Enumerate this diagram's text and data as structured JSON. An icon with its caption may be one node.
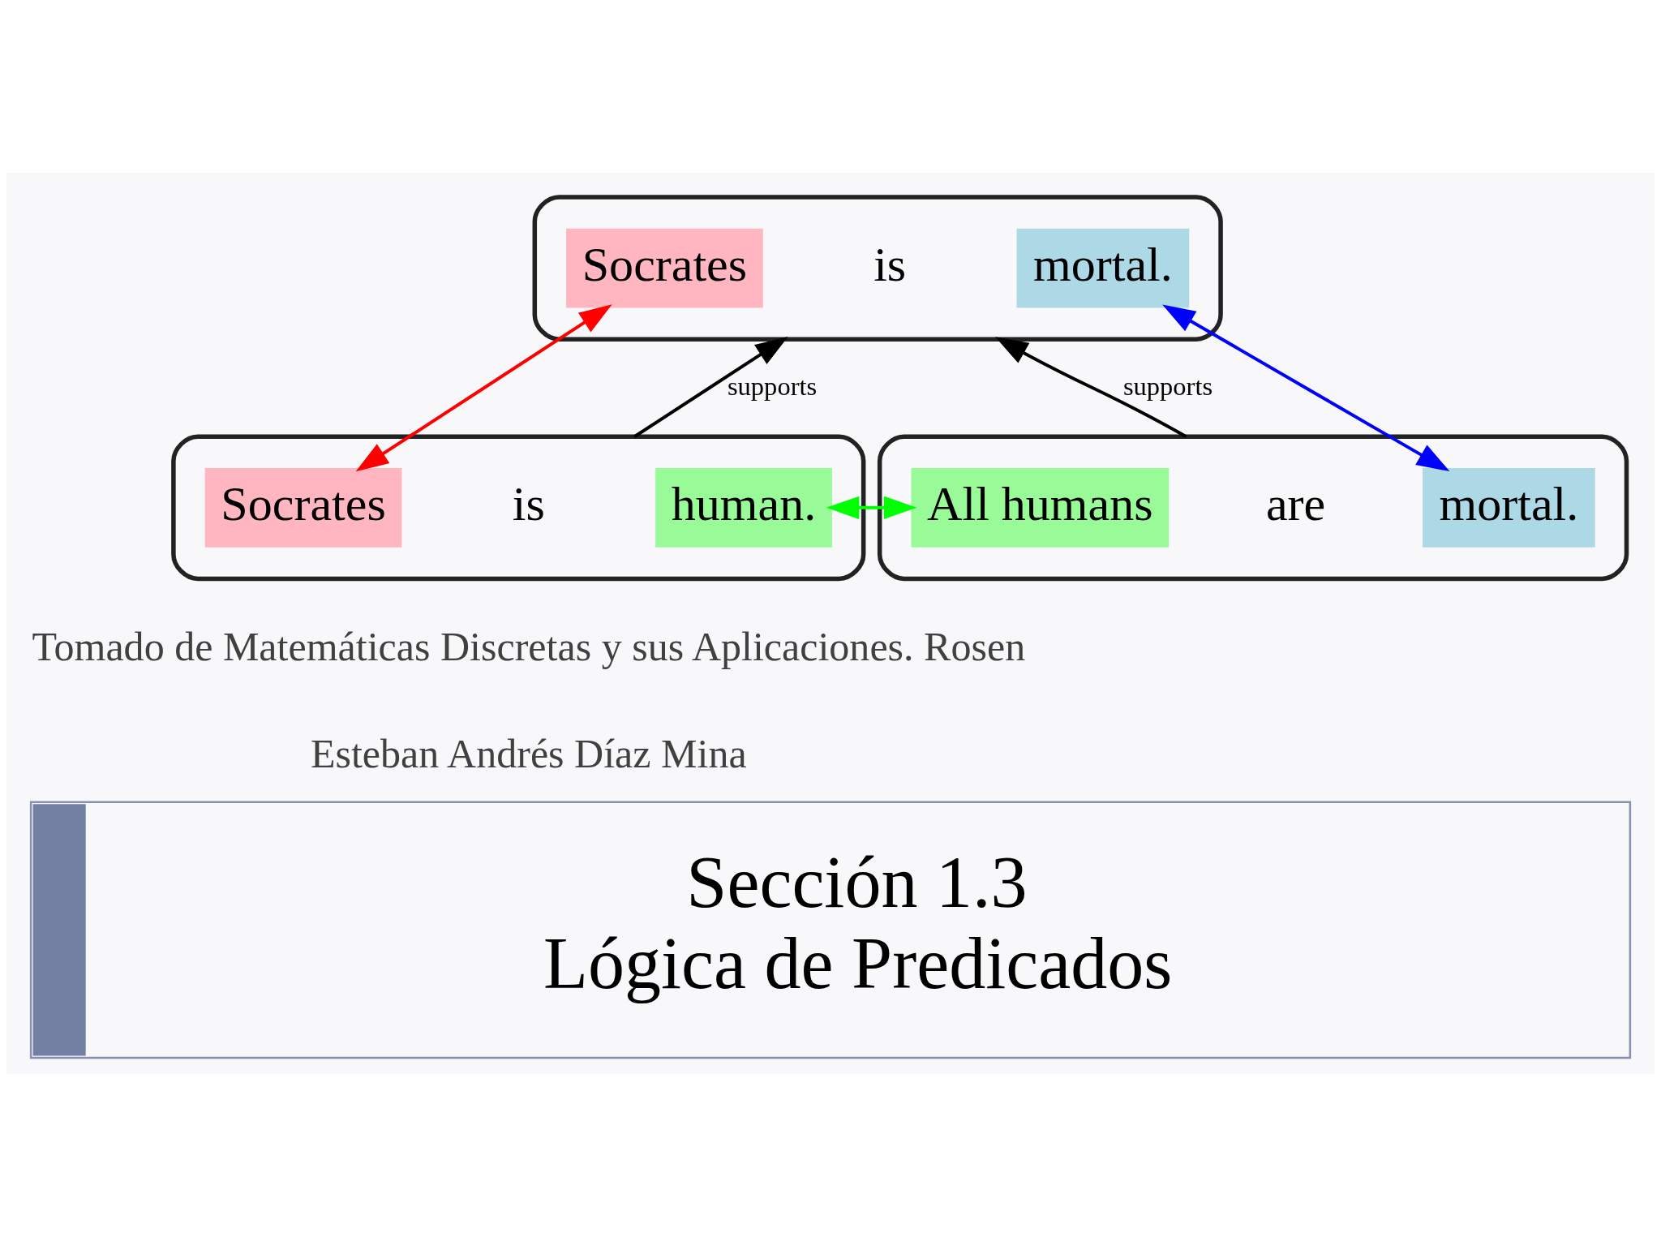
{
  "diagram": {
    "title": "Sección 1.3 Lógica de Predicados",
    "nodes": [
      {
        "text": [],
        "shape": "box"
      },
      {
        "text": [
          "Socrates"
        ],
        "in": 0
      },
      {
        "text": [
          "is"
        ],
        "in": 0
      },
      {
        "text": [
          "mortal."
        ],
        "in": 0
      },
      {
        "text": [],
        "shape": "box"
      },
      {
        "text": [
          "Socrates"
        ],
        "in": 4
      },
      {
        "text": [
          "is"
        ],
        "in": 4
      },
      {
        "text": [
          "human."
        ],
        "in": 4
      },
      {
        "text": [],
        "shape": "box"
      },
      {
        "text": [
          "All humans"
        ],
        "in": 8
      },
      {
        "text": [
          "are"
        ],
        "in": 8
      },
      {
        "text": [
          "mortal."
        ],
        "in": 8
      }
    ],
    "edges": [
      {
        "from": 5,
        "to": 1,
        "arrow": "both",
        "color": "#ff0000"
      },
      {
        "from": 11,
        "to": 3,
        "arrow": "both",
        "color": "#0000ff"
      },
      {
        "from": 4,
        "to": 0,
        "arrow": "to",
        "label": "supports"
      },
      {
        "from": 8,
        "to": 0,
        "arrow": "to",
        "label": "supports"
      },
      {
        "from": 7,
        "to": 9,
        "arrow": "both",
        "color": "#00ff00"
      }
    ],
    "labels": [
      "Tomado de Matemáticas Discretas y sus Aplicaciones. Rosen",
      "Esteban Andrés Díaz Mina"
    ]
  }
}
